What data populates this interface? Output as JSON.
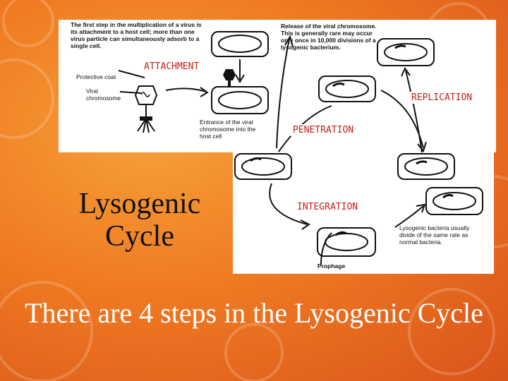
{
  "slide": {
    "title": "Lysogenic Cycle",
    "caption": "There are 4 steps in the Lysogenic Cycle"
  },
  "steps": {
    "attachment": "ATTACHMENT",
    "replication": "REPLICATION",
    "penetration": "PENETRATION",
    "integration": "INTEGRATION"
  },
  "notes": {
    "attachment_desc": "The first step in the multiplication of a virus is its attachment to a host cell; more than one virus particle can simultaneously adsorb to a single cell.",
    "release_desc": "Release of the viral chromosome. This is generally rare may occur only once in 10,000 divisions of a lysogenic bacterium.",
    "protective_coat": "Protective coat",
    "viral_chromosome": "Viral chromosome",
    "entrance_desc": "Entrance of the viral chromosome into the host cell",
    "lysogenic_bacteria": "Lysogenic bacteria usually divide of the same rate as normal bacteria.",
    "prophage": "Prophage"
  },
  "colors": {
    "step_label": "#c0201a",
    "background": "#ef7a22"
  }
}
